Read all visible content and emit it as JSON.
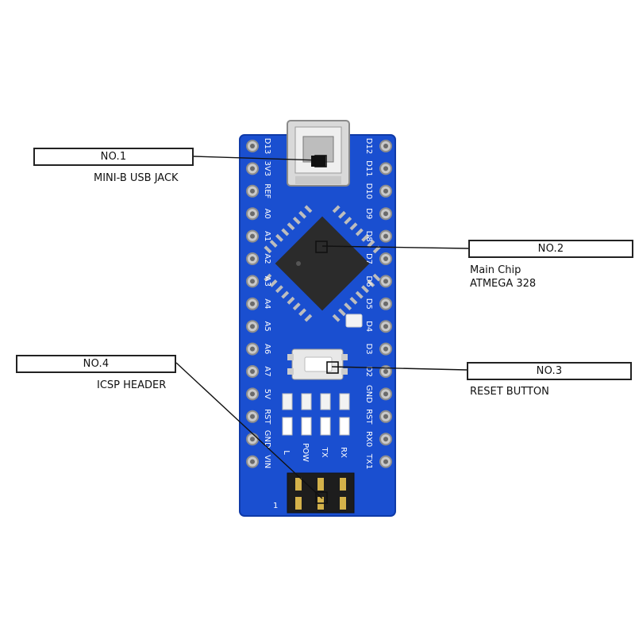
{
  "callouts": [
    {
      "number": "NO.1",
      "lines": [
        "MINI-B USB JACK"
      ]
    },
    {
      "number": "NO.2",
      "lines": [
        "Main Chip",
        "ATMEGA 328"
      ]
    },
    {
      "number": "NO.3",
      "lines": [
        "RESET BUTTON"
      ]
    },
    {
      "number": "NO.4",
      "lines": [
        "ICSP HEADER"
      ]
    }
  ],
  "board": {
    "left_pins": [
      "D13",
      "3V3",
      "REF",
      "A0",
      "A1",
      "A2",
      "A3",
      "A4",
      "A5",
      "A6",
      "A7",
      "5V",
      "RST",
      "GND",
      "VIN"
    ],
    "right_pins": [
      "D12",
      "D11",
      "D10",
      "D9",
      "D8",
      "D7",
      "D6",
      "D5",
      "D4",
      "D3",
      "D2",
      "GND",
      "RST",
      "RX0",
      "TX1"
    ],
    "led_labels": [
      "L",
      "POW",
      "TX",
      "RX"
    ],
    "pin1_marker": "1",
    "colors": {
      "pcb": "#1a4fd0",
      "pcb_dark": "#0f3aa8",
      "silkscreen": "#ffffff",
      "chip": "#2b2b2b"
    }
  }
}
